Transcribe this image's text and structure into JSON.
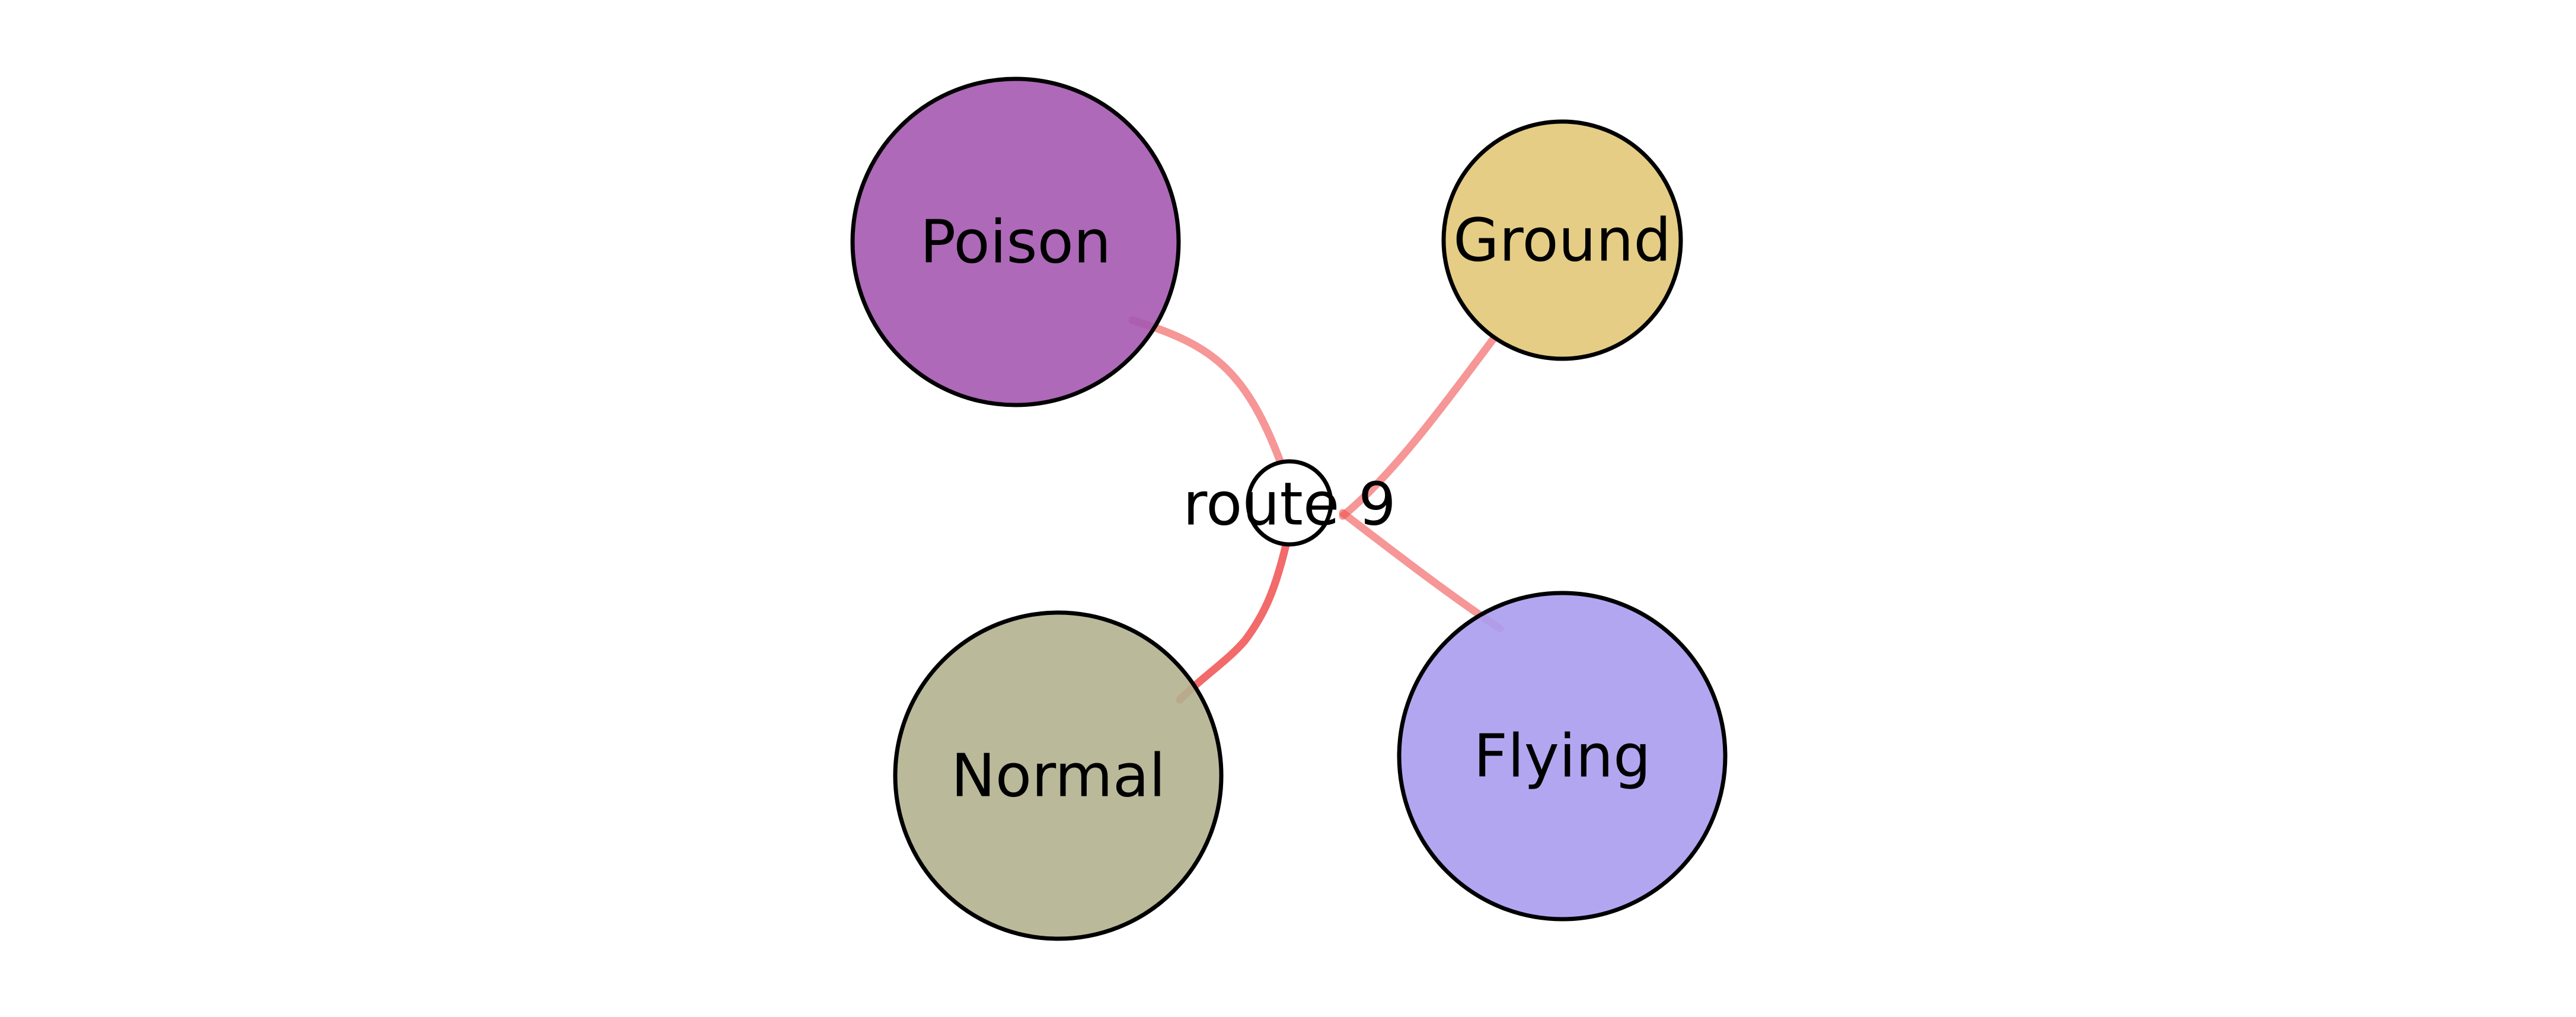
{
  "graph": {
    "hub": {
      "label": "route 9",
      "color": "#ffffff"
    },
    "nodes": [
      {
        "id": "poison",
        "label": "Poison",
        "color": "#a559b0"
      },
      {
        "id": "ground",
        "label": "Ground",
        "color": "#e2c878"
      },
      {
        "id": "normal",
        "label": "Normal",
        "color": "#b2b18f"
      },
      {
        "id": "flying",
        "label": "Flying",
        "color": "#ab9cf0"
      }
    ],
    "edges": [
      {
        "from": "route 9",
        "to": "Poison"
      },
      {
        "from": "route 9",
        "to": "Ground"
      },
      {
        "from": "route 9",
        "to": "Normal"
      },
      {
        "from": "route 9",
        "to": "Flying"
      }
    ],
    "edge_color": "#f05050"
  }
}
